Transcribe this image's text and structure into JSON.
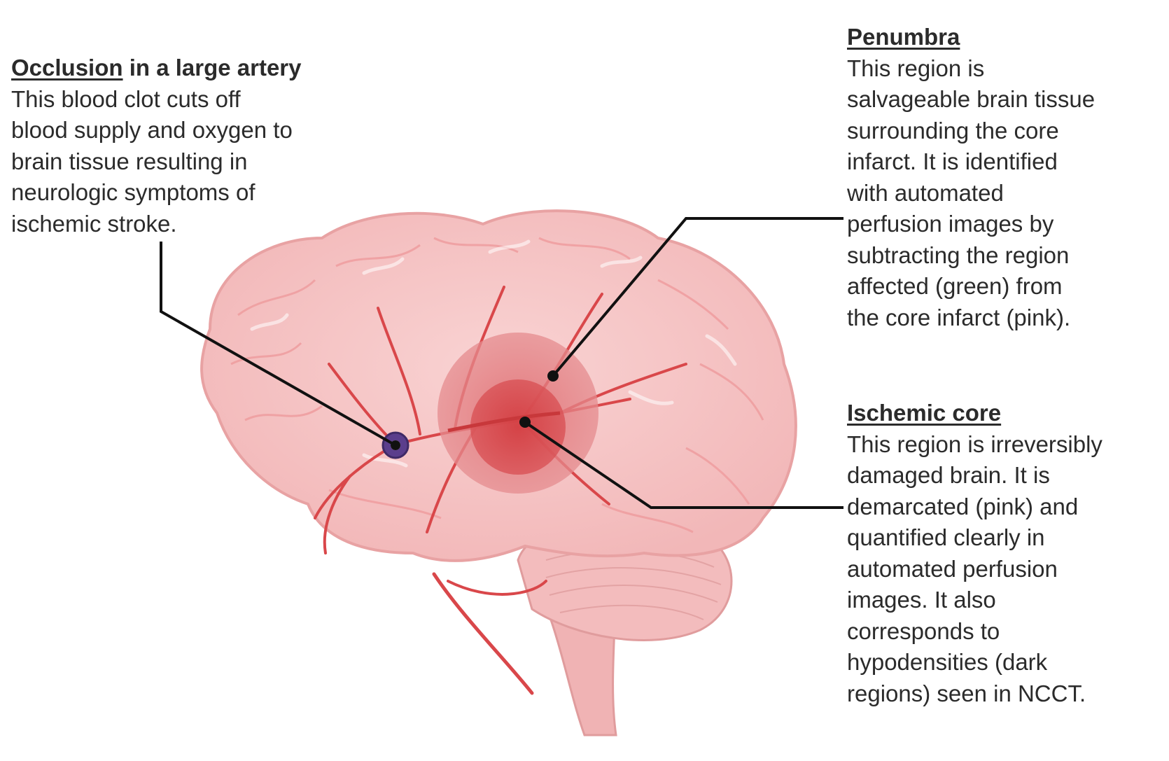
{
  "occlusion": {
    "title_underlined": "Occlusion",
    "title_rest": " in a large artery",
    "lines": [
      "This blood clot cuts off",
      "blood supply and oxygen to",
      "brain tissue resulting in",
      "neurologic symptoms of",
      "ischemic stroke."
    ]
  },
  "penumbra": {
    "title": "Penumbra",
    "lines": [
      "This region is",
      "salvageable brain tissue",
      "surrounding the core",
      "infarct. It is identified",
      "with automated",
      "perfusion images by",
      "subtracting the region",
      "affected (green) from",
      "the core infarct (pink)."
    ]
  },
  "core": {
    "title": "Ischemic core",
    "lines": [
      "This region is irreversibly",
      "damaged brain. It is",
      "demarcated (pink) and",
      "quantified clearly in",
      "automated perfusion",
      "images. It also",
      "corresponds to",
      "hypodensities (dark",
      "regions) seen in NCCT."
    ]
  },
  "colors": {
    "brain_fill": "#f6c4c4",
    "brain_outline": "#e9a0a0",
    "vessel": "#d9474a",
    "penumbra_zone": "#e27f82",
    "core_zone": "#d6484c",
    "clot": "#5b3e8c",
    "leader_line": "#111111"
  }
}
